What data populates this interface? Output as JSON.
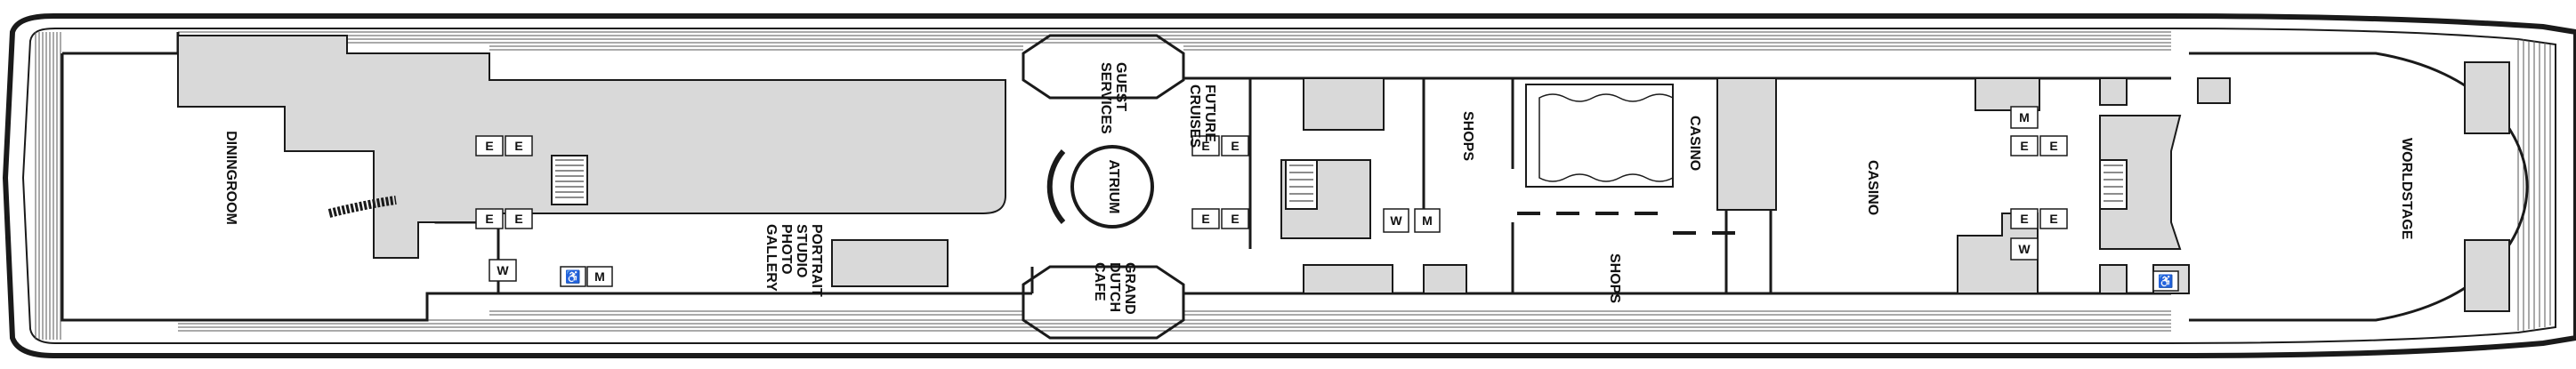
{
  "deck_plan": {
    "colors": {
      "hull": "#1a1a1a",
      "room_fill": "#d9d9d9",
      "deck_line": "#555555",
      "background": "#ffffff"
    },
    "labels": {
      "dining_room": "DININGROOM",
      "guest_services": [
        "GUEST",
        "SERVICES"
      ],
      "future_cruises": [
        "FUTURE",
        "CRUISES"
      ],
      "atrium": "ATRIUM",
      "grand_dutch_cafe": [
        "GRAND",
        "DUTCH",
        "CAFE"
      ],
      "portrait_studio": [
        "PORTRAIT",
        "STUDIO",
        "PHOTO",
        "GALLERY"
      ],
      "shops_upper": "SHOPS",
      "shops_lower": "SHOPS",
      "casino_small": "CASINO",
      "casino_main": "CASINO",
      "world_stage": "WORLDSTAGE"
    },
    "restroom_symbols": {
      "elevator": "E",
      "women": "W",
      "men": "M",
      "accessible": "♿"
    }
  }
}
